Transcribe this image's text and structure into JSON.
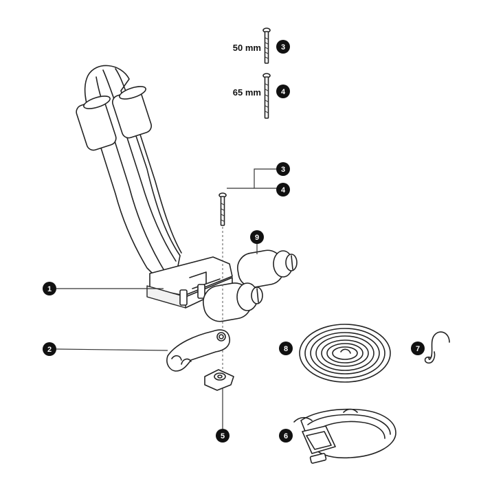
{
  "callouts": [
    {
      "id": "c3-top",
      "label": "3"
    },
    {
      "id": "c4-top",
      "label": "4"
    },
    {
      "id": "c3-mid",
      "label": "3"
    },
    {
      "id": "c4-mid",
      "label": "4"
    },
    {
      "id": "c9",
      "label": "9"
    },
    {
      "id": "c1",
      "label": "1"
    },
    {
      "id": "c2",
      "label": "2"
    },
    {
      "id": "c8",
      "label": "8"
    },
    {
      "id": "c7",
      "label": "7"
    },
    {
      "id": "c5",
      "label": "5"
    },
    {
      "id": "c6",
      "label": "6"
    }
  ],
  "sizes": {
    "bolt_short": "50 mm",
    "bolt_long": "65 mm"
  },
  "colors": {
    "badge": "#111111",
    "line": "#222222",
    "background": "#ffffff"
  },
  "icons": {
    "j_cradle": "j-cradle-icon",
    "bolt": "bolt-icon",
    "strap": "strap-icon",
    "hook": "s-hook-icon"
  }
}
